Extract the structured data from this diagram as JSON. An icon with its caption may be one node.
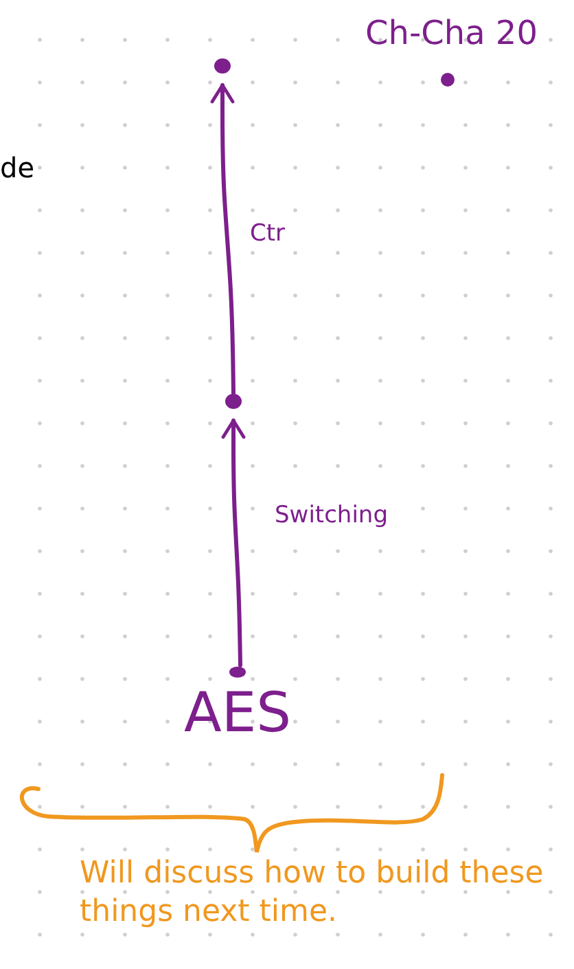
{
  "diagram": {
    "nodes": [
      {
        "text": [
          "AES"
        ]
      },
      {
        "text": [],
        "shape": "circle"
      },
      {
        "text": [],
        "shape": "circle"
      },
      {
        "text": [
          "Ch-Cha 20"
        ]
      }
    ],
    "edges": [
      {
        "from": 0,
        "to": 1,
        "arrow": "to",
        "label": "Switching"
      },
      {
        "from": 1,
        "to": 2,
        "arrow": "to",
        "label": "Ctr"
      }
    ],
    "labels": [
      "de",
      "Will discuss how to build these things next time."
    ]
  }
}
